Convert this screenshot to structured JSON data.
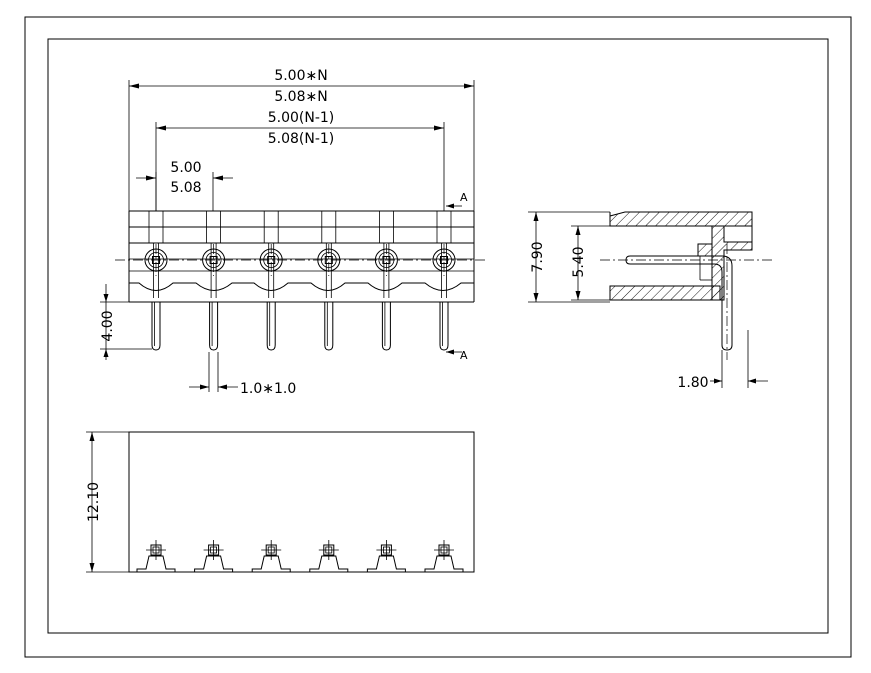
{
  "drawing": {
    "title": "Pluggable terminal block header - 6 pin right angle",
    "pin_count": 6
  },
  "dimensions": {
    "overall_500": "5.00∗N",
    "overall_508": "5.08∗N",
    "span_500": "5.00(N-1)",
    "span_508": "5.08(N-1)",
    "pitch_500": "5.00",
    "pitch_508": "5.08",
    "pin_length": "4.00",
    "pin_size": "1.0∗1.0",
    "side_height": "7.90",
    "side_pin_height": "5.40",
    "side_pin_offset": "1.80",
    "bottom_height": "12.10"
  },
  "section_marks": {
    "top": "A",
    "bottom": "A"
  }
}
